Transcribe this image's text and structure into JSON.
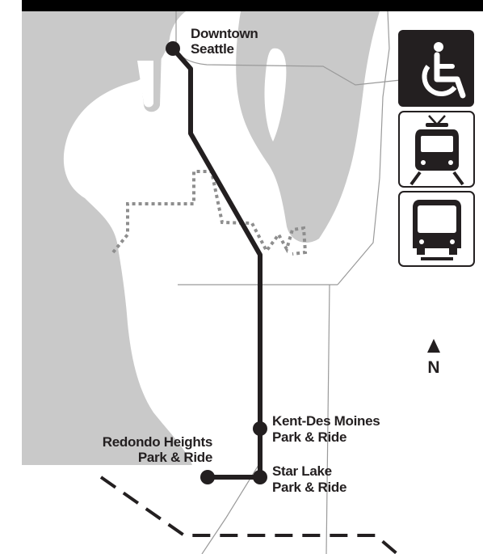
{
  "stops": {
    "downtown": {
      "line1": "Downtown",
      "line2": "Seattle"
    },
    "kent_des_moines": {
      "line1": "Kent-Des Moines",
      "line2": "Park & Ride"
    },
    "star_lake": {
      "line1": "Star Lake",
      "line2": "Park & Ride"
    },
    "redondo": {
      "line1": "Redondo Heights",
      "line2": "Park & Ride"
    }
  },
  "north_label": "N",
  "service_icons": [
    "wheelchair-accessible-icon",
    "light-rail-icon",
    "bus-icon"
  ],
  "colors": {
    "water": "#c8c8c8",
    "route": "#231f20",
    "roads": "#9a9a9a",
    "boundary": "#8a8a8a"
  }
}
